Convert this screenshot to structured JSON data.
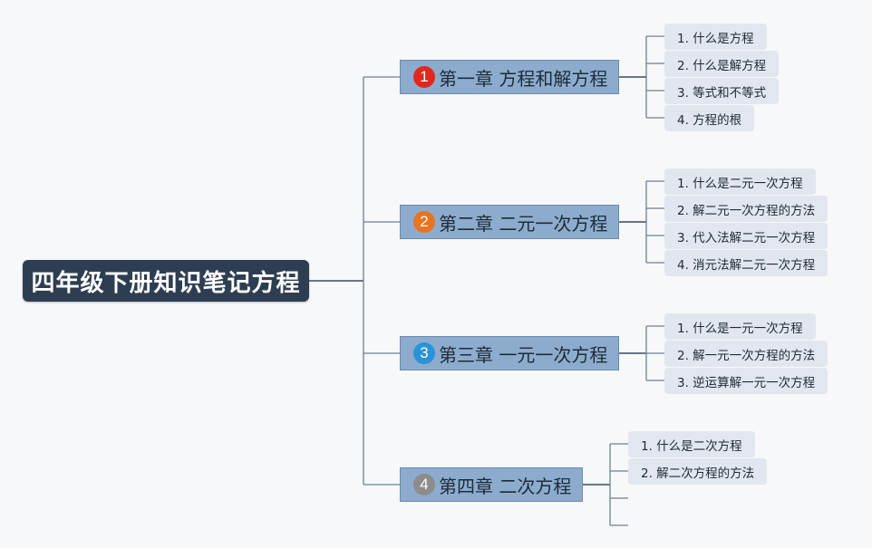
{
  "root": {
    "title": "四年级下册知识笔记方程"
  },
  "chapters": [
    {
      "number": "1",
      "badge_color": "#e0281e",
      "title": "第一章 方程和解方程",
      "topics": [
        "1. 什么是方程",
        "2. 什么是解方程",
        "3. 等式和不等式",
        "4. 方程的根"
      ]
    },
    {
      "number": "2",
      "badge_color": "#e8741f",
      "title": "第二章 二元一次方程",
      "topics": [
        "1. 什么是二元一次方程",
        "2. 解二元一次方程的方法",
        "3. 代入法解二元一次方程",
        "4. 消元法解二元一次方程"
      ]
    },
    {
      "number": "3",
      "badge_color": "#2a93d8",
      "title": "第三章 一元一次方程",
      "topics": [
        "1. 什么是一元一次方程",
        "2. 解一元一次方程的方法",
        "3. 逆运算解一元一次方程"
      ]
    },
    {
      "number": "4",
      "badge_color": "#8c8c8c",
      "title": "第四章 二次方程",
      "topics": [
        "1. 什么是二次方程",
        "2. 解二次方程的方法",
        "",
        ""
      ]
    }
  ],
  "colors": {
    "root_bg": "#2e3e52",
    "chapter_bg": "#8daccd",
    "topic_bg": "#e2e7ef",
    "connector": "#6f7f92"
  }
}
